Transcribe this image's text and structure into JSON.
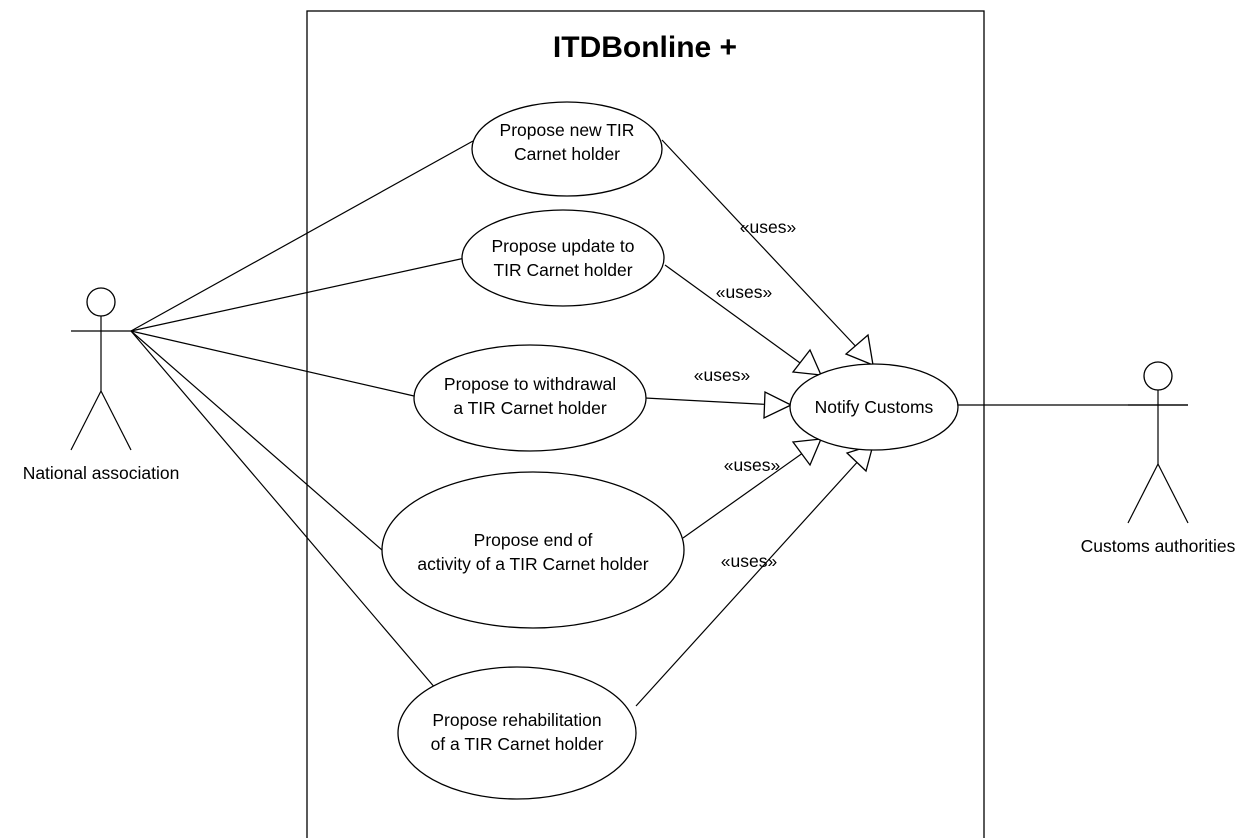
{
  "system": {
    "title": "ITDBonline +"
  },
  "actors": {
    "left": {
      "label": "National association"
    },
    "right": {
      "label": "Customs authorities"
    }
  },
  "use_cases": {
    "new": {
      "line1": "Propose new TIR",
      "line2": "Carnet holder"
    },
    "update": {
      "line1": "Propose update to",
      "line2": "TIR Carnet holder"
    },
    "withdrawal": {
      "line1": "Propose to withdrawal",
      "line2": "a TIR Carnet holder"
    },
    "end": {
      "line1": "Propose end of",
      "line2": "activity of a TIR Carnet holder"
    },
    "rehab": {
      "line1": "Propose rehabilitation",
      "line2": "of a TIR Carnet holder"
    },
    "notify": {
      "line1": "Notify Customs"
    }
  },
  "relations": {
    "uses_new": "«uses»",
    "uses_update": "«uses»",
    "uses_withdrawal": "«uses»",
    "uses_end": "«uses»",
    "uses_rehab": "«uses»"
  }
}
